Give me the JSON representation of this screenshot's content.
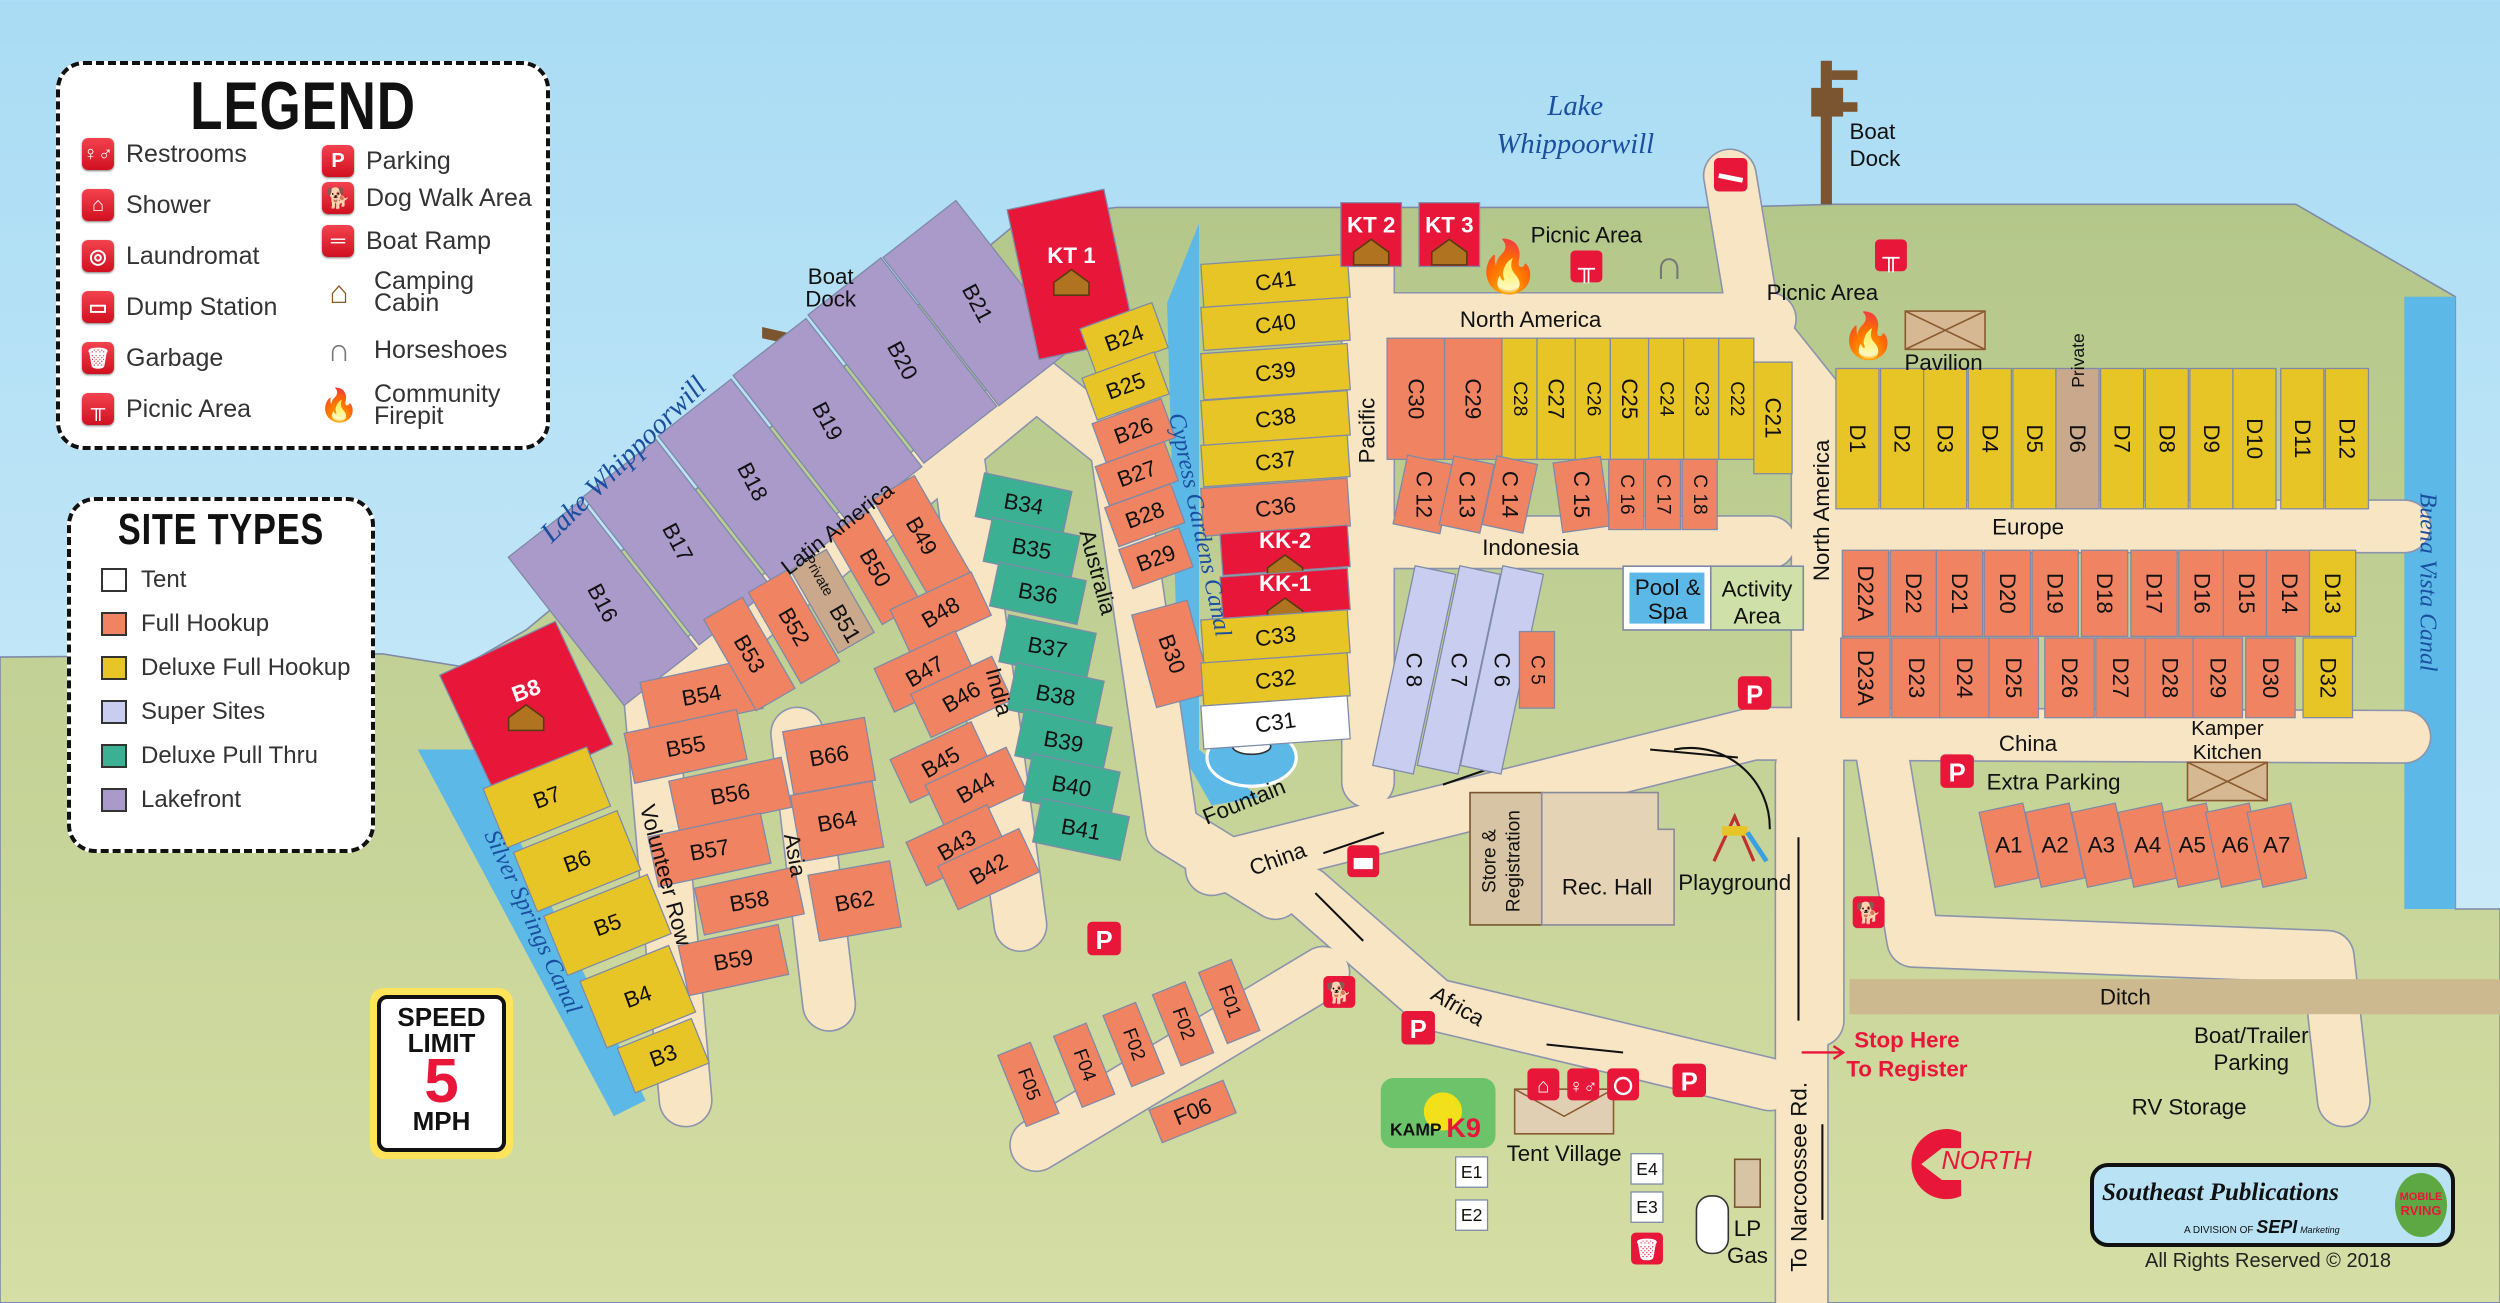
{
  "legend": {
    "title": "LEGEND",
    "items": [
      {
        "label": "Restrooms",
        "icon": "restrooms-icon"
      },
      {
        "label": "Shower",
        "icon": "shower-icon"
      },
      {
        "label": "Laundromat",
        "icon": "laundromat-icon"
      },
      {
        "label": "Dump Station",
        "icon": "dump-station-icon"
      },
      {
        "label": "Garbage",
        "icon": "garbage-icon"
      },
      {
        "label": "Picnic Area",
        "icon": "picnic-table-icon"
      },
      {
        "label": "Parking",
        "icon": "parking-icon"
      },
      {
        "label": "Dog Walk Area",
        "icon": "dog-walk-icon"
      },
      {
        "label": "Boat Ramp",
        "icon": "boat-ramp-icon"
      },
      {
        "label": "Camping Cabin",
        "icon": "cabin-icon"
      },
      {
        "label": "Horseshoes",
        "icon": "horseshoes-icon"
      },
      {
        "label": "Community Firepit",
        "icon": "firepit-icon"
      }
    ]
  },
  "site_types": {
    "title": "SITE TYPES",
    "items": [
      {
        "key": "tent",
        "label": "Tent",
        "color": "#ffffff"
      },
      {
        "key": "full_hookup",
        "label": "Full Hookup",
        "color": "#f08462"
      },
      {
        "key": "deluxe_full_hookup",
        "label": "Deluxe Full Hookup",
        "color": "#e8c526"
      },
      {
        "key": "super_sites",
        "label": "Super Sites",
        "color": "#c9cdef"
      },
      {
        "key": "deluxe_pull_thru",
        "label": "Deluxe Pull Thru",
        "color": "#3bb092"
      },
      {
        "key": "lakefront",
        "label": "Lakefront",
        "color": "#a99ac9"
      }
    ],
    "extra_colors": {
      "cabin": "#e8173a",
      "private": "#c9a88c"
    }
  },
  "site_groups": [
    {
      "name": "lakefront",
      "type": "lakefront",
      "sites": [
        {
          "id": "B8",
          "type": "cabin"
        },
        "B16",
        "B17",
        "B18",
        "B19",
        "B20",
        "B21",
        {
          "id": "KT 1",
          "type": "cabin"
        }
      ]
    },
    {
      "name": "west-deluxe",
      "type": "deluxe_full_hookup",
      "sites": [
        "B7",
        "B6",
        "B5",
        "B4",
        "B3",
        "B24",
        "B25"
      ]
    },
    {
      "name": "b-full-hookup",
      "type": "full_hookup",
      "sites": [
        "B26",
        "B27",
        "B28",
        "B29",
        "B30",
        "B54",
        "B55",
        "B56",
        "B57",
        "B58",
        "B59",
        "B53",
        "B52",
        {
          "id": "B51",
          "type": "private"
        },
        "B50",
        "B49",
        "B48",
        "B47",
        "B46",
        "B45",
        "B44",
        "B43",
        "B42",
        "B66",
        "B64",
        "B62"
      ]
    },
    {
      "name": "pull-thru",
      "type": "deluxe_pull_thru",
      "sites": [
        "B34",
        "B35",
        "B36",
        "B37",
        "B38",
        "B39",
        "B40",
        "B41"
      ]
    },
    {
      "name": "c-column",
      "type": "deluxe_full_hookup",
      "sites": [
        "C41",
        "C40",
        "C39",
        "C38",
        "C37",
        {
          "id": "C36",
          "type": "full_hookup"
        },
        {
          "id": "KK-2",
          "type": "cabin"
        },
        {
          "id": "KK-1",
          "type": "cabin"
        },
        "C33",
        "C32",
        {
          "id": "C31",
          "type": "tent"
        }
      ]
    },
    {
      "name": "kt-cabins",
      "type": "cabin",
      "sites": [
        "KT 2",
        "KT 3"
      ]
    },
    {
      "name": "north-america-row",
      "type": "deluxe_full_hookup",
      "sites": [
        {
          "id": "C30",
          "type": "full_hookup"
        },
        {
          "id": "C29",
          "type": "full_hookup"
        },
        "C28",
        "C27",
        "C26",
        "C25",
        "C24",
        "C23",
        "C22",
        "C21"
      ]
    },
    {
      "name": "indonesia-row",
      "type": "full_hookup",
      "sites": [
        "C 12",
        "C 13",
        "C 14",
        "C 15",
        "C 16",
        "C 17",
        "C 18"
      ]
    },
    {
      "name": "super-sites",
      "type": "super_sites",
      "sites": [
        "C 8",
        "C 7",
        "C 6",
        {
          "id": "C 5",
          "type": "full_hookup"
        }
      ]
    },
    {
      "name": "d-north",
      "type": "deluxe_full_hookup",
      "sites": [
        "D1",
        "D2",
        "D3",
        "D4",
        "D5",
        {
          "id": "D6",
          "type": "private"
        },
        "D7",
        "D8",
        "D9",
        "D10",
        "D11",
        "D12"
      ]
    },
    {
      "name": "d-middle",
      "type": "full_hookup",
      "sites": [
        "D22A",
        "D22",
        "D21",
        "D20",
        "D19",
        "D18",
        "D17",
        "D16",
        "D15",
        "D14",
        {
          "id": "D13",
          "type": "deluxe_full_hookup"
        }
      ]
    },
    {
      "name": "d-south",
      "type": "full_hookup",
      "sites": [
        "D23A",
        "D23",
        "D24",
        "D25",
        "D26",
        "D27",
        "D28",
        "D29",
        "D30",
        {
          "id": "D32",
          "type": "deluxe_full_hookup"
        }
      ]
    },
    {
      "name": "a-row",
      "type": "full_hookup",
      "sites": [
        "A1",
        "A2",
        "A3",
        "A4",
        "A5",
        "A6",
        "A7"
      ]
    },
    {
      "name": "f-row",
      "type": "full_hookup",
      "sites": [
        "F01",
        "F02",
        "F02",
        "F04",
        "F05",
        "F06"
      ]
    },
    {
      "name": "tent-village",
      "type": "tent",
      "sites": [
        "E1",
        "E2",
        "E4",
        "E3"
      ]
    }
  ],
  "water": {
    "lake_west": "Lake Whippoorwill",
    "lake_north_1": "Lake",
    "lake_north_2": "Whippoorwill",
    "cypress_canal": "Cypress Gardens Canal",
    "silver_canal": "Silver Springs Canal",
    "buena_canal": "Buena Vista Canal"
  },
  "roads": {
    "latin_america": "Latin America",
    "australia": "Australia",
    "india": "India",
    "asia": "Asia",
    "volunteer_row": "Volunteer Row",
    "china_west": "China",
    "china_east": "China",
    "africa": "Africa",
    "pacific": "Pacific",
    "north_america_h": "North America",
    "north_america_v": "North America",
    "indonesia": "Indonesia",
    "europe": "Europe",
    "narcoossee": "To Narcoossee Rd.",
    "ditch": "Ditch"
  },
  "places": {
    "boat_dock_west_1": "Boat",
    "boat_dock_west_2": "Dock",
    "boat_dock_east_1": "Boat",
    "boat_dock_east_2": "Dock",
    "picnic_north": "Picnic Area",
    "picnic_east": "Picnic Area",
    "pavilion": "Pavilion",
    "private_d": "Private",
    "private_b": "Private",
    "pool_1": "Pool &",
    "pool_2": "Spa",
    "activity_1": "Activity",
    "activity_2": "Area",
    "store_1": "Store &",
    "store_2": "Registration",
    "rec_hall": "Rec. Hall",
    "playground": "Playground",
    "fountain": "Fountain",
    "kamper_1": "Kamper",
    "kamper_2": "Kitchen",
    "extra_parking": "Extra Parking",
    "tent_village": "Tent Village",
    "lp_1": "LP",
    "lp_2": "Gas",
    "boat_trailer_1": "Boat/Trailer",
    "boat_trailer_2": "Parking",
    "rv_storage": "RV Storage",
    "stop_1": "Stop Here",
    "stop_2": "To Register",
    "north": "NORTH",
    "kamp": "KAMP",
    "k9": "K9"
  },
  "speed_sign": {
    "line1": "SPEED",
    "line2": "LIMIT",
    "number": "5",
    "unit": "MPH"
  },
  "publisher": {
    "name": "Southeast Publications",
    "division": "A DIVISION OF",
    "sepi": "SEPI",
    "sepi_sub": "Marketing",
    "badge_1": "MOBILE",
    "badge_2": "RVING",
    "rights": "All Rights Reserved © 2018"
  },
  "map_icons": {
    "parking": "P"
  }
}
